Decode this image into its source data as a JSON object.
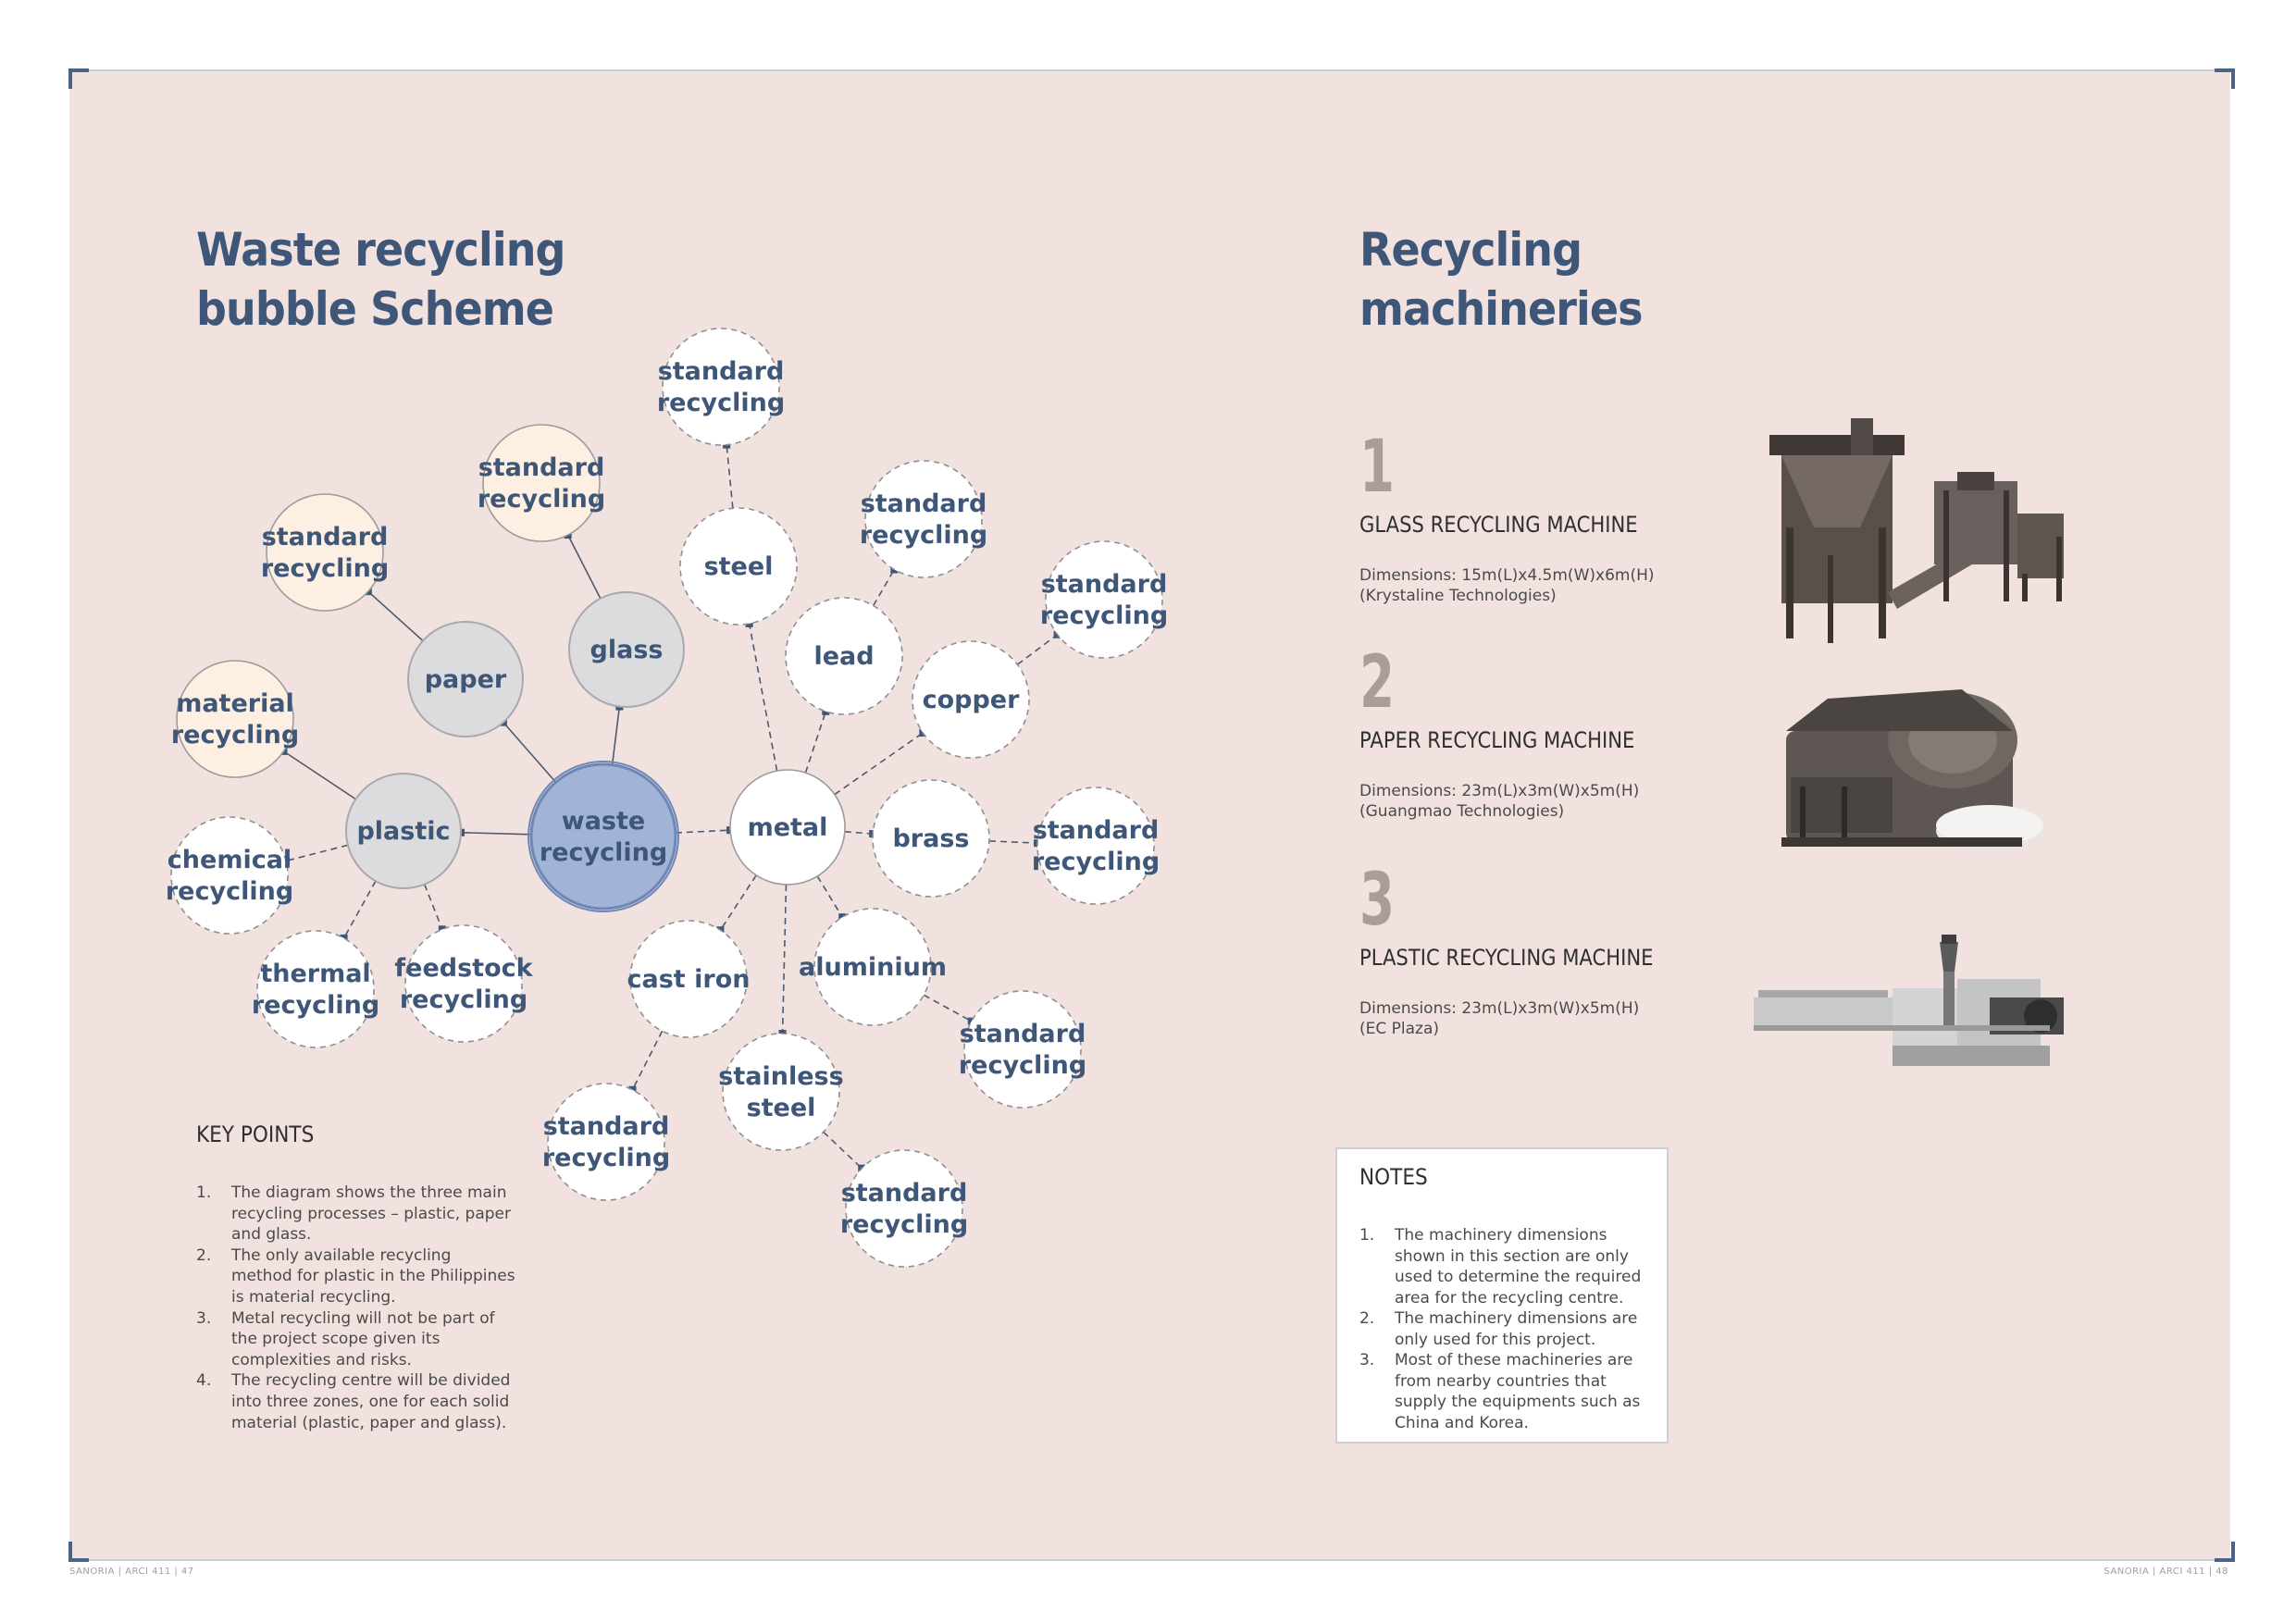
{
  "left_page": {
    "title_line1": "Waste recycling",
    "title_line2": "bubble Scheme",
    "key_points": {
      "heading": "KEY POINTS",
      "items": [
        {
          "num": "1.",
          "text": "The diagram shows the three main recycling processes – plastic, paper and glass."
        },
        {
          "num": "2.",
          "text": "The only available recycling method for plastic in the Philippines is material recycling."
        },
        {
          "num": "3.",
          "text": "Metal recycling will not be part of the project scope given its complexities and risks."
        },
        {
          "num": "4.",
          "text": "The recycling centre will be divided into three zones, one for each solid material (plastic, paper and glass)."
        }
      ]
    },
    "footer": "SANORIA | ARCI 411 | 47"
  },
  "diagram": {
    "colors": {
      "center_fill": "#a1b3d6",
      "center_stroke": "#6d86b6",
      "grey_fill": "#dcdcdf",
      "cream_fill": "#fdf0e3",
      "white_fill": "#ffffff",
      "text": "#3e5677",
      "connector": "#4d5a6d"
    },
    "nodes": [
      {
        "id": "waste",
        "lines": [
          "waste",
          "recycling"
        ],
        "style": "center"
      },
      {
        "id": "plastic",
        "lines": [
          "plastic"
        ],
        "style": "grey"
      },
      {
        "id": "paper",
        "lines": [
          "paper"
        ],
        "style": "grey"
      },
      {
        "id": "glass",
        "lines": [
          "glass"
        ],
        "style": "grey"
      },
      {
        "id": "metal",
        "lines": [
          "metal"
        ],
        "style": "white"
      },
      {
        "id": "material",
        "lines": [
          "material",
          "recycling"
        ],
        "style": "cream"
      },
      {
        "id": "chemical",
        "lines": [
          "chemical",
          "recycling"
        ],
        "style": "white-dashed"
      },
      {
        "id": "thermal",
        "lines": [
          "thermal",
          "recycling"
        ],
        "style": "white-dashed"
      },
      {
        "id": "feedstock",
        "lines": [
          "feedstock",
          "recycling"
        ],
        "style": "white-dashed"
      },
      {
        "id": "paper_std",
        "lines": [
          "standard",
          "recycling"
        ],
        "style": "cream"
      },
      {
        "id": "glass_std",
        "lines": [
          "standard",
          "recycling"
        ],
        "style": "cream"
      },
      {
        "id": "steel",
        "lines": [
          "steel"
        ],
        "style": "white-dashed"
      },
      {
        "id": "steel_std",
        "lines": [
          "standard",
          "recycling"
        ],
        "style": "white-dashed"
      },
      {
        "id": "lead",
        "lines": [
          "lead"
        ],
        "style": "white-dashed"
      },
      {
        "id": "lead_std",
        "lines": [
          "standard",
          "recycling"
        ],
        "style": "white-dashed"
      },
      {
        "id": "copper",
        "lines": [
          "copper"
        ],
        "style": "white-dashed"
      },
      {
        "id": "copper_std",
        "lines": [
          "standard",
          "recycling"
        ],
        "style": "white-dashed"
      },
      {
        "id": "brass",
        "lines": [
          "brass"
        ],
        "style": "white-dashed"
      },
      {
        "id": "brass_std",
        "lines": [
          "standard",
          "recycling"
        ],
        "style": "white-dashed"
      },
      {
        "id": "aluminium",
        "lines": [
          "aluminium"
        ],
        "style": "white-dashed"
      },
      {
        "id": "aluminium_std",
        "lines": [
          "standard",
          "recycling"
        ],
        "style": "white-dashed"
      },
      {
        "id": "stainless",
        "lines": [
          "stainless",
          "steel"
        ],
        "style": "white-dashed"
      },
      {
        "id": "stainless_std",
        "lines": [
          "standard",
          "recycling"
        ],
        "style": "white-dashed"
      },
      {
        "id": "castiron",
        "lines": [
          "cast iron"
        ],
        "style": "white-dashed"
      },
      {
        "id": "castiron_std",
        "lines": [
          "standard",
          "recycling"
        ],
        "style": "white-dashed"
      }
    ],
    "edges": [
      {
        "from": "waste",
        "to": "plastic",
        "dashed": false
      },
      {
        "from": "waste",
        "to": "paper",
        "dashed": false
      },
      {
        "from": "waste",
        "to": "glass",
        "dashed": false
      },
      {
        "from": "waste",
        "to": "metal",
        "dashed": true
      },
      {
        "from": "plastic",
        "to": "material",
        "dashed": false
      },
      {
        "from": "plastic",
        "to": "chemical",
        "dashed": true
      },
      {
        "from": "plastic",
        "to": "thermal",
        "dashed": true
      },
      {
        "from": "plastic",
        "to": "feedstock",
        "dashed": true
      },
      {
        "from": "paper",
        "to": "paper_std",
        "dashed": false
      },
      {
        "from": "glass",
        "to": "glass_std",
        "dashed": false
      },
      {
        "from": "metal",
        "to": "steel",
        "dashed": true
      },
      {
        "from": "steel",
        "to": "steel_std",
        "dashed": true
      },
      {
        "from": "metal",
        "to": "lead",
        "dashed": true
      },
      {
        "from": "lead",
        "to": "lead_std",
        "dashed": true
      },
      {
        "from": "metal",
        "to": "copper",
        "dashed": true
      },
      {
        "from": "copper",
        "to": "copper_std",
        "dashed": true
      },
      {
        "from": "metal",
        "to": "brass",
        "dashed": true
      },
      {
        "from": "brass",
        "to": "brass_std",
        "dashed": true
      },
      {
        "from": "metal",
        "to": "aluminium",
        "dashed": true
      },
      {
        "from": "aluminium",
        "to": "aluminium_std",
        "dashed": true
      },
      {
        "from": "metal",
        "to": "stainless",
        "dashed": true
      },
      {
        "from": "stainless",
        "to": "stainless_std",
        "dashed": true
      },
      {
        "from": "metal",
        "to": "castiron",
        "dashed": true
      },
      {
        "from": "castiron",
        "to": "castiron_std",
        "dashed": true
      }
    ]
  },
  "right_page": {
    "title_line1": "Recycling",
    "title_line2": "machineries",
    "machines": [
      {
        "number": "1",
        "name": "GLASS RECYCLING MACHINE",
        "dimensions": "Dimensions: 15m(L)x4.5m(W)x6m(H)",
        "source": "(Krystaline Technologies)",
        "image": "glass-recycling-machine-photo"
      },
      {
        "number": "2",
        "name": "PAPER RECYCLING MACHINE",
        "dimensions": "Dimensions: 23m(L)x3m(W)x5m(H)",
        "source": "(Guangmao Technologies)",
        "image": "paper-recycling-machine-photo"
      },
      {
        "number": "3",
        "name": "PLASTIC RECYCLING MACHINE",
        "dimensions": "Dimensions: 23m(L)x3m(W)x5m(H)",
        "source": "(EC Plaza)",
        "image": "plastic-recycling-machine-photo"
      }
    ],
    "notes": {
      "heading": "NOTES",
      "items": [
        {
          "num": "1.",
          "text": "The machinery dimensions shown in this section are only used to determine the required area for the recycling centre."
        },
        {
          "num": "2.",
          "text": "The machinery dimensions are only used for this project."
        },
        {
          "num": "3.",
          "text": "Most of these machineries are from nearby countries that supply the equipments such as China and Korea."
        }
      ]
    },
    "footer": "SANORIA | ARCI 411 | 48"
  }
}
